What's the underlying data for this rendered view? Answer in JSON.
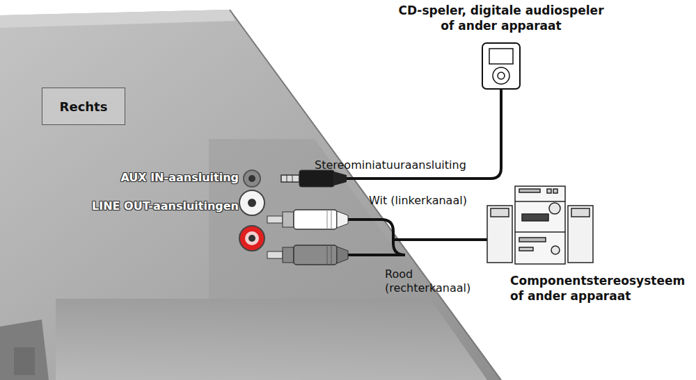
{
  "diagram": {
    "nodes": [
      {
        "text": [
          "Rechts"
        ]
      },
      {
        "text": [
          "CD-speler, digitale audiospeler of ander apparaat"
        ]
      },
      {
        "text": [
          "Componentstereosysteem of ander apparaat"
        ]
      }
    ],
    "labels": [
      "AUX IN-aansluiting",
      "Stereominiatuuraansluiting",
      "Wit (linkerkanaal)",
      "LINE OUT-aansluitingen",
      "Rood (rechterkanaal)"
    ]
  }
}
